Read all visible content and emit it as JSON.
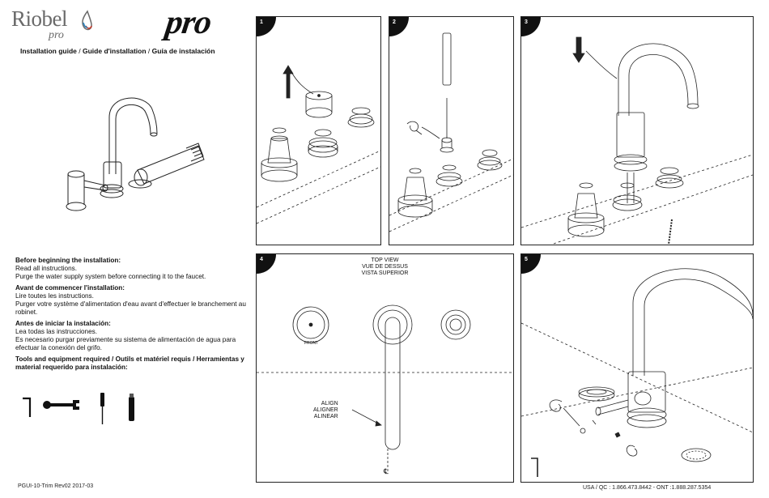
{
  "brand": {
    "name": "Riobel",
    "sub": "pro",
    "mark": "pro"
  },
  "title": {
    "en": "Installation guide",
    "fr": "Guide d'installation",
    "es": "Guía de instalación",
    "sep": " / "
  },
  "info": {
    "en_heading": "Before beginning the installation:",
    "en_lines": [
      "Read all instructions.",
      "Purge the water supply system before connecting it to the faucet."
    ],
    "fr_heading": "Avant de commencer l'installation:",
    "fr_lines": [
      "Lire toutes les instructions.",
      "Purger votre système d'alimentation d'eau avant d'effectuer le branchement au robinet."
    ],
    "es_heading": "Antes de iniciar la instalación:",
    "es_lines": [
      "Lea todas las instrucciones.",
      "Es necesario purgar previamente su sistema de alimentación de agua para efectuar la conexión del grifo."
    ],
    "tools_heading": "Tools and equipment required / Outils et matériel requis / Herramientas y material requerido para instalación:"
  },
  "tools": [
    "hex-key-icon",
    "wrench-icon",
    "screwdriver-icon",
    "sealant-tube-icon"
  ],
  "steps": [
    {
      "number": "1"
    },
    {
      "number": "2"
    },
    {
      "number": "3"
    },
    {
      "number": "4",
      "view_lines": [
        "TOP VIEW",
        "VUE DE DESSUS",
        "VISTA SUPERIOR"
      ],
      "align_lines": [
        "ALIGN",
        "ALIGNER",
        "ALINEAR"
      ],
      "front_label": "FRONT",
      "centerline": "℄"
    },
    {
      "number": "5"
    }
  ],
  "footer": {
    "doc_code": "PGUI-10-Trim  Rev02  2017-03",
    "phones": "USA / QC : 1.866.473.8442 - ONT :1.888.287.5354"
  }
}
